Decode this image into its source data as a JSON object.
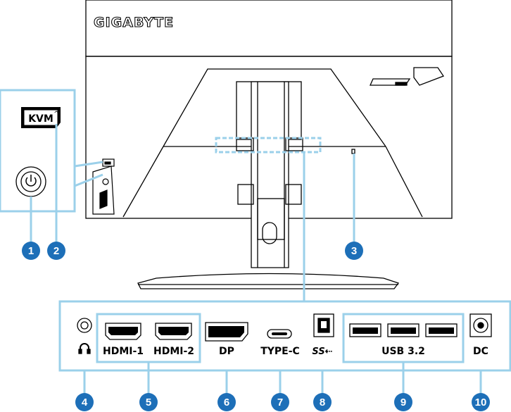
{
  "brand": "GIGABYTE",
  "kvm_label": "KVM",
  "ports": {
    "hdmi1": "HDMI-1",
    "hdmi2": "HDMI-2",
    "dp": "DP",
    "typec": "TYPE-C",
    "usb32": "USB 3.2",
    "dc": "DC"
  },
  "callouts": [
    "1",
    "2",
    "3",
    "4",
    "5",
    "6",
    "7",
    "8",
    "9",
    "10"
  ],
  "colors": {
    "accent_blue": "#9bd0ea",
    "callout_blue": "#1d6fb8",
    "outline": "#000000"
  }
}
